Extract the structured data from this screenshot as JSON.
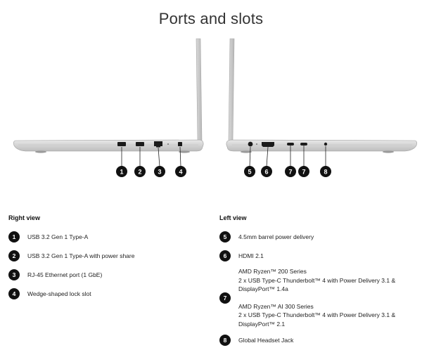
{
  "title": "Ports and slots",
  "callouts_right_image": [
    "1",
    "2",
    "3",
    "4"
  ],
  "callouts_left_image": [
    "5",
    "6",
    "7",
    "7",
    "8"
  ],
  "right_view": {
    "heading": "Right view",
    "items": [
      {
        "num": "1",
        "text": "USB 3.2 Gen 1 Type-A"
      },
      {
        "num": "2",
        "text": "USB 3.2 Gen 1 Type-A with power share"
      },
      {
        "num": "3",
        "text": "RJ-45 Ethernet port (1 GbE)"
      },
      {
        "num": "4",
        "text": "Wedge-shaped lock slot"
      }
    ]
  },
  "left_view": {
    "heading": "Left view",
    "items": [
      {
        "num": "5",
        "text": "4.5mm barrel power delivery"
      },
      {
        "num": "6",
        "text": "HDMI 2.1"
      },
      {
        "num": "7",
        "lines": [
          "AMD Ryzen™ 200 Series",
          "2 x USB Type-C Thunderbolt™ 4 with Power Delivery 3.1 &",
          "DisplayPort™ 1.4a",
          "AMD Ryzen™ AI 300 Series",
          "2 x USB Type-C Thunderbolt™ 4 with Power Delivery 3.1 &",
          "DisplayPort™ 2.1"
        ]
      },
      {
        "num": "8",
        "text": "Global Headset Jack"
      }
    ]
  }
}
